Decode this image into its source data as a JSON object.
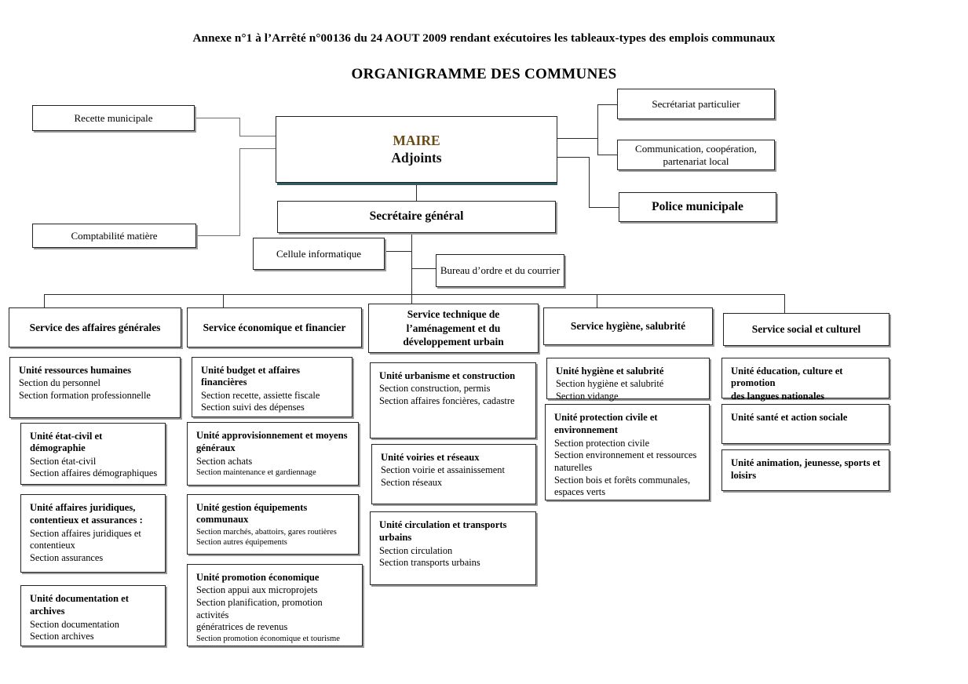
{
  "document": {
    "annexe_title": "Annexe n°1 à l’Arrêté n°00136 du 24 AOUT 2009 rendant exécutoires les tableaux-types des emplois communaux",
    "chart_title": "ORGANIGRAMME DES COMMUNES"
  },
  "colors": {
    "maire_text": "#6b4a16",
    "maire_shadow": "#2e5d66",
    "box_border": "#222222",
    "box_shadow": "#8d8d8d",
    "connector": "#2b2b2b",
    "background": "#ffffff"
  },
  "top": {
    "recette_municipale": "Recette municipale",
    "comptabilite_matiere": "Comptabilité matière",
    "maire": "MAIRE",
    "adjoints": "Adjoints",
    "secretariat_particulier": "Secrétariat particulier",
    "communication": "Communication, coopération,\npartenariat local",
    "communication_line1": "Communication, coopération,",
    "communication_line2": "partenariat local",
    "police_municipale": "Police municipale",
    "secretaire_general": "Secrétaire général",
    "cellule_informatique": "Cellule informatique",
    "bureau_ordre_courrier": "Bureau d’ordre et du courrier"
  },
  "services": [
    {
      "id": "affaires-generales",
      "title": "Service des affaires générales",
      "title_lines": [
        "Service des affaires générales"
      ],
      "units": [
        {
          "title": "Unité ressources humaines",
          "title_lines": [
            "Unité ressources humaines"
          ],
          "sections": [
            "Section du personnel",
            "Section formation professionnelle"
          ]
        },
        {
          "title": "Unité état-civil et démographie",
          "title_lines": [
            "Unité état-civil et démographie"
          ],
          "sections": [
            "Section état-civil",
            "Section affaires démographiques"
          ]
        },
        {
          "title": "Unité affaires juridiques, contentieux et assurances :",
          "title_lines": [
            "Unité affaires juridiques,",
            "contentieux et assurances :"
          ],
          "sections": [
            "Section affaires juridiques et",
            "contentieux",
            "Section assurances"
          ]
        },
        {
          "title": "Unité documentation et archives",
          "title_lines": [
            "Unité documentation et",
            "archives"
          ],
          "sections": [
            "Section documentation",
            "Section archives"
          ]
        }
      ]
    },
    {
      "id": "economique-financier",
      "title": "Service économique et financier",
      "title_lines": [
        "Service économique et financier"
      ],
      "units": [
        {
          "title": "Unité budget et affaires financières",
          "title_lines": [
            "Unité budget et affaires financières"
          ],
          "sections": [
            "Section recette, assiette fiscale",
            "Section suivi des dépenses"
          ]
        },
        {
          "title": "Unité approvisionnement et moyens généraux",
          "title_lines": [
            "Unité approvisionnement et moyens",
            "généraux"
          ],
          "sections": [
            "Section achats"
          ],
          "sections_small": [
            "Section maintenance et gardiennage"
          ]
        },
        {
          "title": "Unité gestion équipements communaux",
          "title_lines": [
            "Unité gestion équipements communaux"
          ],
          "sections_small": [
            "Section marchés, abattoirs, gares routières",
            "Section autres équipements"
          ]
        },
        {
          "title": "Unité promotion économique",
          "title_lines": [
            "Unité promotion économique"
          ],
          "sections": [
            "Section appui aux microprojets",
            "Section planification, promotion activités",
            "génératrices de revenus"
          ],
          "sections_small": [
            "Section promotion économique et tourisme"
          ]
        }
      ]
    },
    {
      "id": "technique-amenagement",
      "title": "Service technique de l’aménagement et du développement urbain",
      "title_lines": [
        "Service technique de",
        "l’aménagement et du",
        "développement urbain"
      ],
      "units": [
        {
          "title": "Unité urbanisme et construction",
          "title_lines": [
            "Unité urbanisme et construction"
          ],
          "sections": [
            "Section construction, permis",
            "Section affaires foncières, cadastre"
          ]
        },
        {
          "title": "Unité voiries et réseaux",
          "title_lines": [
            "Unité voiries et réseaux"
          ],
          "sections": [
            "Section voirie et assainissement",
            "Section réseaux"
          ]
        },
        {
          "title": "Unité circulation et transports urbains",
          "title_lines": [
            "Unité circulation et transports",
            "urbains"
          ],
          "sections": [
            "Section circulation",
            "Section transports urbains"
          ]
        }
      ]
    },
    {
      "id": "hygiene-salubrite",
      "title": "Service hygiène, salubrité",
      "title_lines": [
        "Service hygiène, salubrité"
      ],
      "units": [
        {
          "title": "Unité hygiène et salubrité",
          "title_lines": [
            "Unité hygiène et salubrité"
          ],
          "sections": [
            "Section hygiène et salubrité",
            "Section vidange"
          ]
        },
        {
          "title": "Unité protection civile et environnement",
          "title_lines": [
            "Unité protection civile et",
            "environnement"
          ],
          "sections": [
            "Section protection civile",
            "Section environnement et ressources",
            "naturelles",
            "Section bois et forêts communales,",
            "espaces verts"
          ]
        }
      ]
    },
    {
      "id": "social-culturel",
      "title": "Service social et culturel",
      "title_lines": [
        "Service social et culturel"
      ],
      "units": [
        {
          "title": "Unité éducation, culture et promotion des langues nationales",
          "title_lines": [
            "Unité éducation, culture et promotion",
            "des langues nationales"
          ],
          "sections": []
        },
        {
          "title": "Unité santé et action sociale",
          "title_lines": [
            "Unité santé et action sociale"
          ],
          "sections": []
        },
        {
          "title": "Unité animation, jeunesse, sports et loisirs",
          "title_lines": [
            "Unité animation, jeunesse, sports et",
            "loisirs"
          ],
          "sections": []
        }
      ]
    }
  ]
}
